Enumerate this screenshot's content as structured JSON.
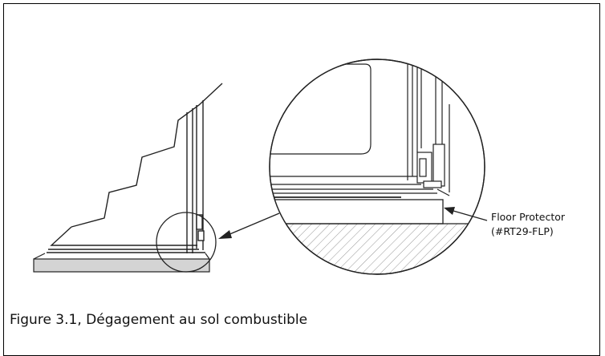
{
  "callout": {
    "line1": "Floor Protector",
    "line2": "(#RT29-FLP)"
  },
  "caption": "Figure 3.1, Dégagement au sol combustible",
  "colors": {
    "line": "#222222",
    "floor_protector_fill": "#d4d4d4",
    "hatch": "#8a8a8a"
  }
}
